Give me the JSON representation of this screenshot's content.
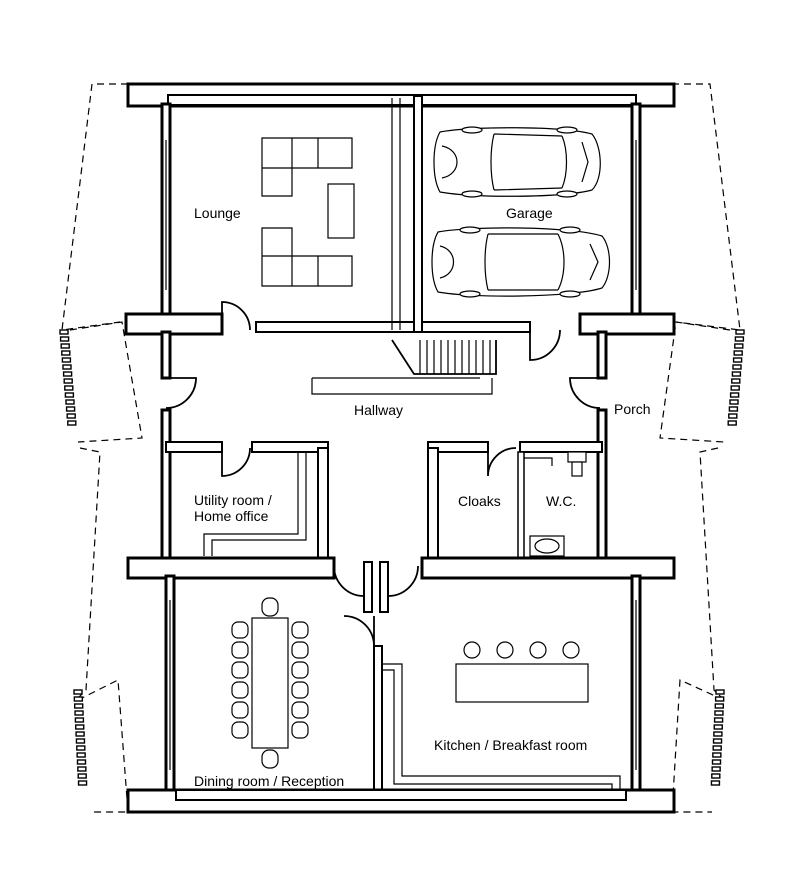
{
  "rooms": {
    "lounge": "Lounge",
    "garage": "Garage",
    "hallway": "Hallway",
    "porch": "Porch",
    "utility_line1": "Utility room /",
    "utility_line2": "Home office",
    "cloaks": "Cloaks",
    "wc": "W.C.",
    "dining": "Dining room / Reception",
    "kitchen": "Kitchen / Breakfast room"
  }
}
